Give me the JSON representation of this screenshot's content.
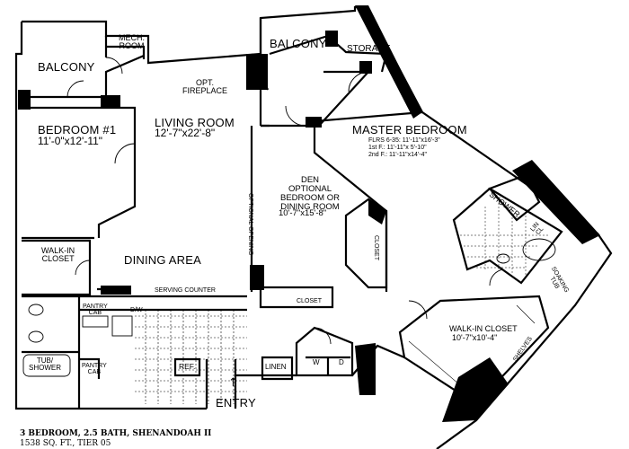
{
  "rooms": {
    "balcony_left": "BALCONY",
    "mech_room": "MECH.\nROOM",
    "balcony_right": "BALCONY",
    "storage": "STORAGE",
    "opt_fireplace": "OPT.\nFIREPLACE",
    "living_room": "LIVING ROOM",
    "living_room_dim": "12'-7\"x22'-8\"",
    "bedroom1": "BEDROOM #1",
    "bedroom1_dim": "11'-0\"x12'-11\"",
    "master_bedroom": "MASTER BEDROOM",
    "master_flrs_1": "FLRS 6-35: 11'-11\"x16'-3\"",
    "master_flrs_2": "1st F.: 11'-11\"x 5'-10\"",
    "master_flrs_3": "2nd F.: 11'-11\"x14'-4\"",
    "den": "DEN\nOPTIONAL\nBEDROOM OR\nDINING ROOM",
    "den_dim": "10'-7\"x15'-8\"",
    "optional_opening": "OPTIONAL OPENING",
    "closet_den_side": "CLOSET",
    "shower_master": "SHOWER",
    "lin_closet": "LIN\nCL",
    "soaking_tub": "SOAKING\nTUB",
    "walk_in_closet_left": "WALK-IN\nCLOSET",
    "dining_area": "DINING AREA",
    "serving_counter": "SERVING COUNTER",
    "pantry_cab_top": "PANTRY\nCAB",
    "dw": "D/W",
    "closet_hall": "CLOSET",
    "walk_in_closet_master": "WALK-IN CLOSET",
    "walk_in_closet_master_dim": "10'-7\"x10'-4\"",
    "shelves": "SHELVES",
    "tub_shower": "TUB/\nSHOWER",
    "pantry_cab_bottom": "PANTRY\nCAB",
    "ref": "REF.",
    "linen": "LINEN",
    "washer": "W",
    "dryer": "D",
    "entry": "ENTRY",
    "entry_arrow": "↑"
  },
  "caption": {
    "line1": "3 BEDROOM, 2.5 BATH, SHENANDOAH II",
    "line2": "1538 SQ. FT., TIER 05"
  }
}
